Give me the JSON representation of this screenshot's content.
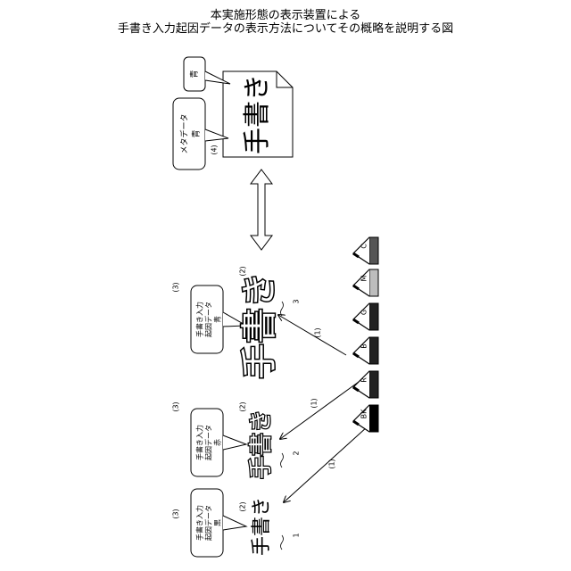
{
  "title": {
    "line1": "本実施形態の表示装置による",
    "line2": "手書き入力起因データの表示方法についてその概略を説明する図"
  },
  "document": {
    "callout_color": "青",
    "callout_meta_label": "メタデータ",
    "callout_meta_value": "青",
    "ref_number": "(4)",
    "handwriting": "手書き"
  },
  "samples": [
    {
      "id": "black",
      "data_label": "手書き入力",
      "data_label2": "起因データ",
      "color_word": "黒",
      "ref_box": "(3)",
      "ref_text": "(2)",
      "ref_line": "1",
      "text": "手書き",
      "color": "#000000"
    },
    {
      "id": "red",
      "data_label": "手書き入力",
      "data_label2": "起因データ",
      "color_word": "赤",
      "ref_box": "(3)",
      "ref_text": "(2)",
      "ref_line": "2",
      "text": "手書き",
      "color": "#000000"
    },
    {
      "id": "blue",
      "data_label": "手書き入力",
      "data_label2": "起因データ",
      "color_word": "青",
      "ref_box": "(3)",
      "ref_text": "(2)",
      "ref_line": "3",
      "text": "手書き",
      "color": "#000000"
    }
  ],
  "arrow_label": "(1)",
  "pens": [
    "BK",
    "R",
    "B",
    "G",
    "M",
    "C"
  ],
  "pen_colors": {
    "BK": "#000000",
    "R": "#222222",
    "B": "#222222",
    "G": "#222222",
    "M": "#bdbdbd",
    "C": "#555555"
  }
}
